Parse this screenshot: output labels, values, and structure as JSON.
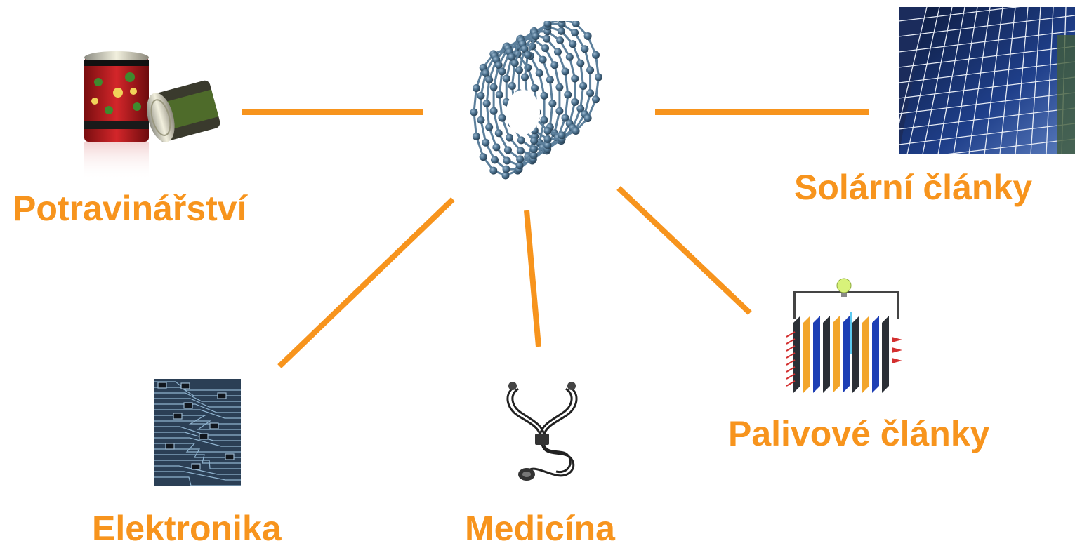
{
  "center": {
    "name": "carbon-nanotube"
  },
  "nodes": {
    "food": {
      "label": "Potravinářství",
      "icon": "food-cans-icon"
    },
    "solar": {
      "label": "Solární články",
      "icon": "solar-panel-icon"
    },
    "fuel": {
      "label": "Palivové články",
      "icon": "fuel-cell-icon"
    },
    "electronics": {
      "label": "Elektronika",
      "icon": "circuit-board-icon"
    },
    "medicine": {
      "label": "Medicína",
      "icon": "stethoscope-icon"
    }
  },
  "colors": {
    "accent": "#f7941d",
    "connector": "#f7941d",
    "tube": "#4a6f8c"
  }
}
